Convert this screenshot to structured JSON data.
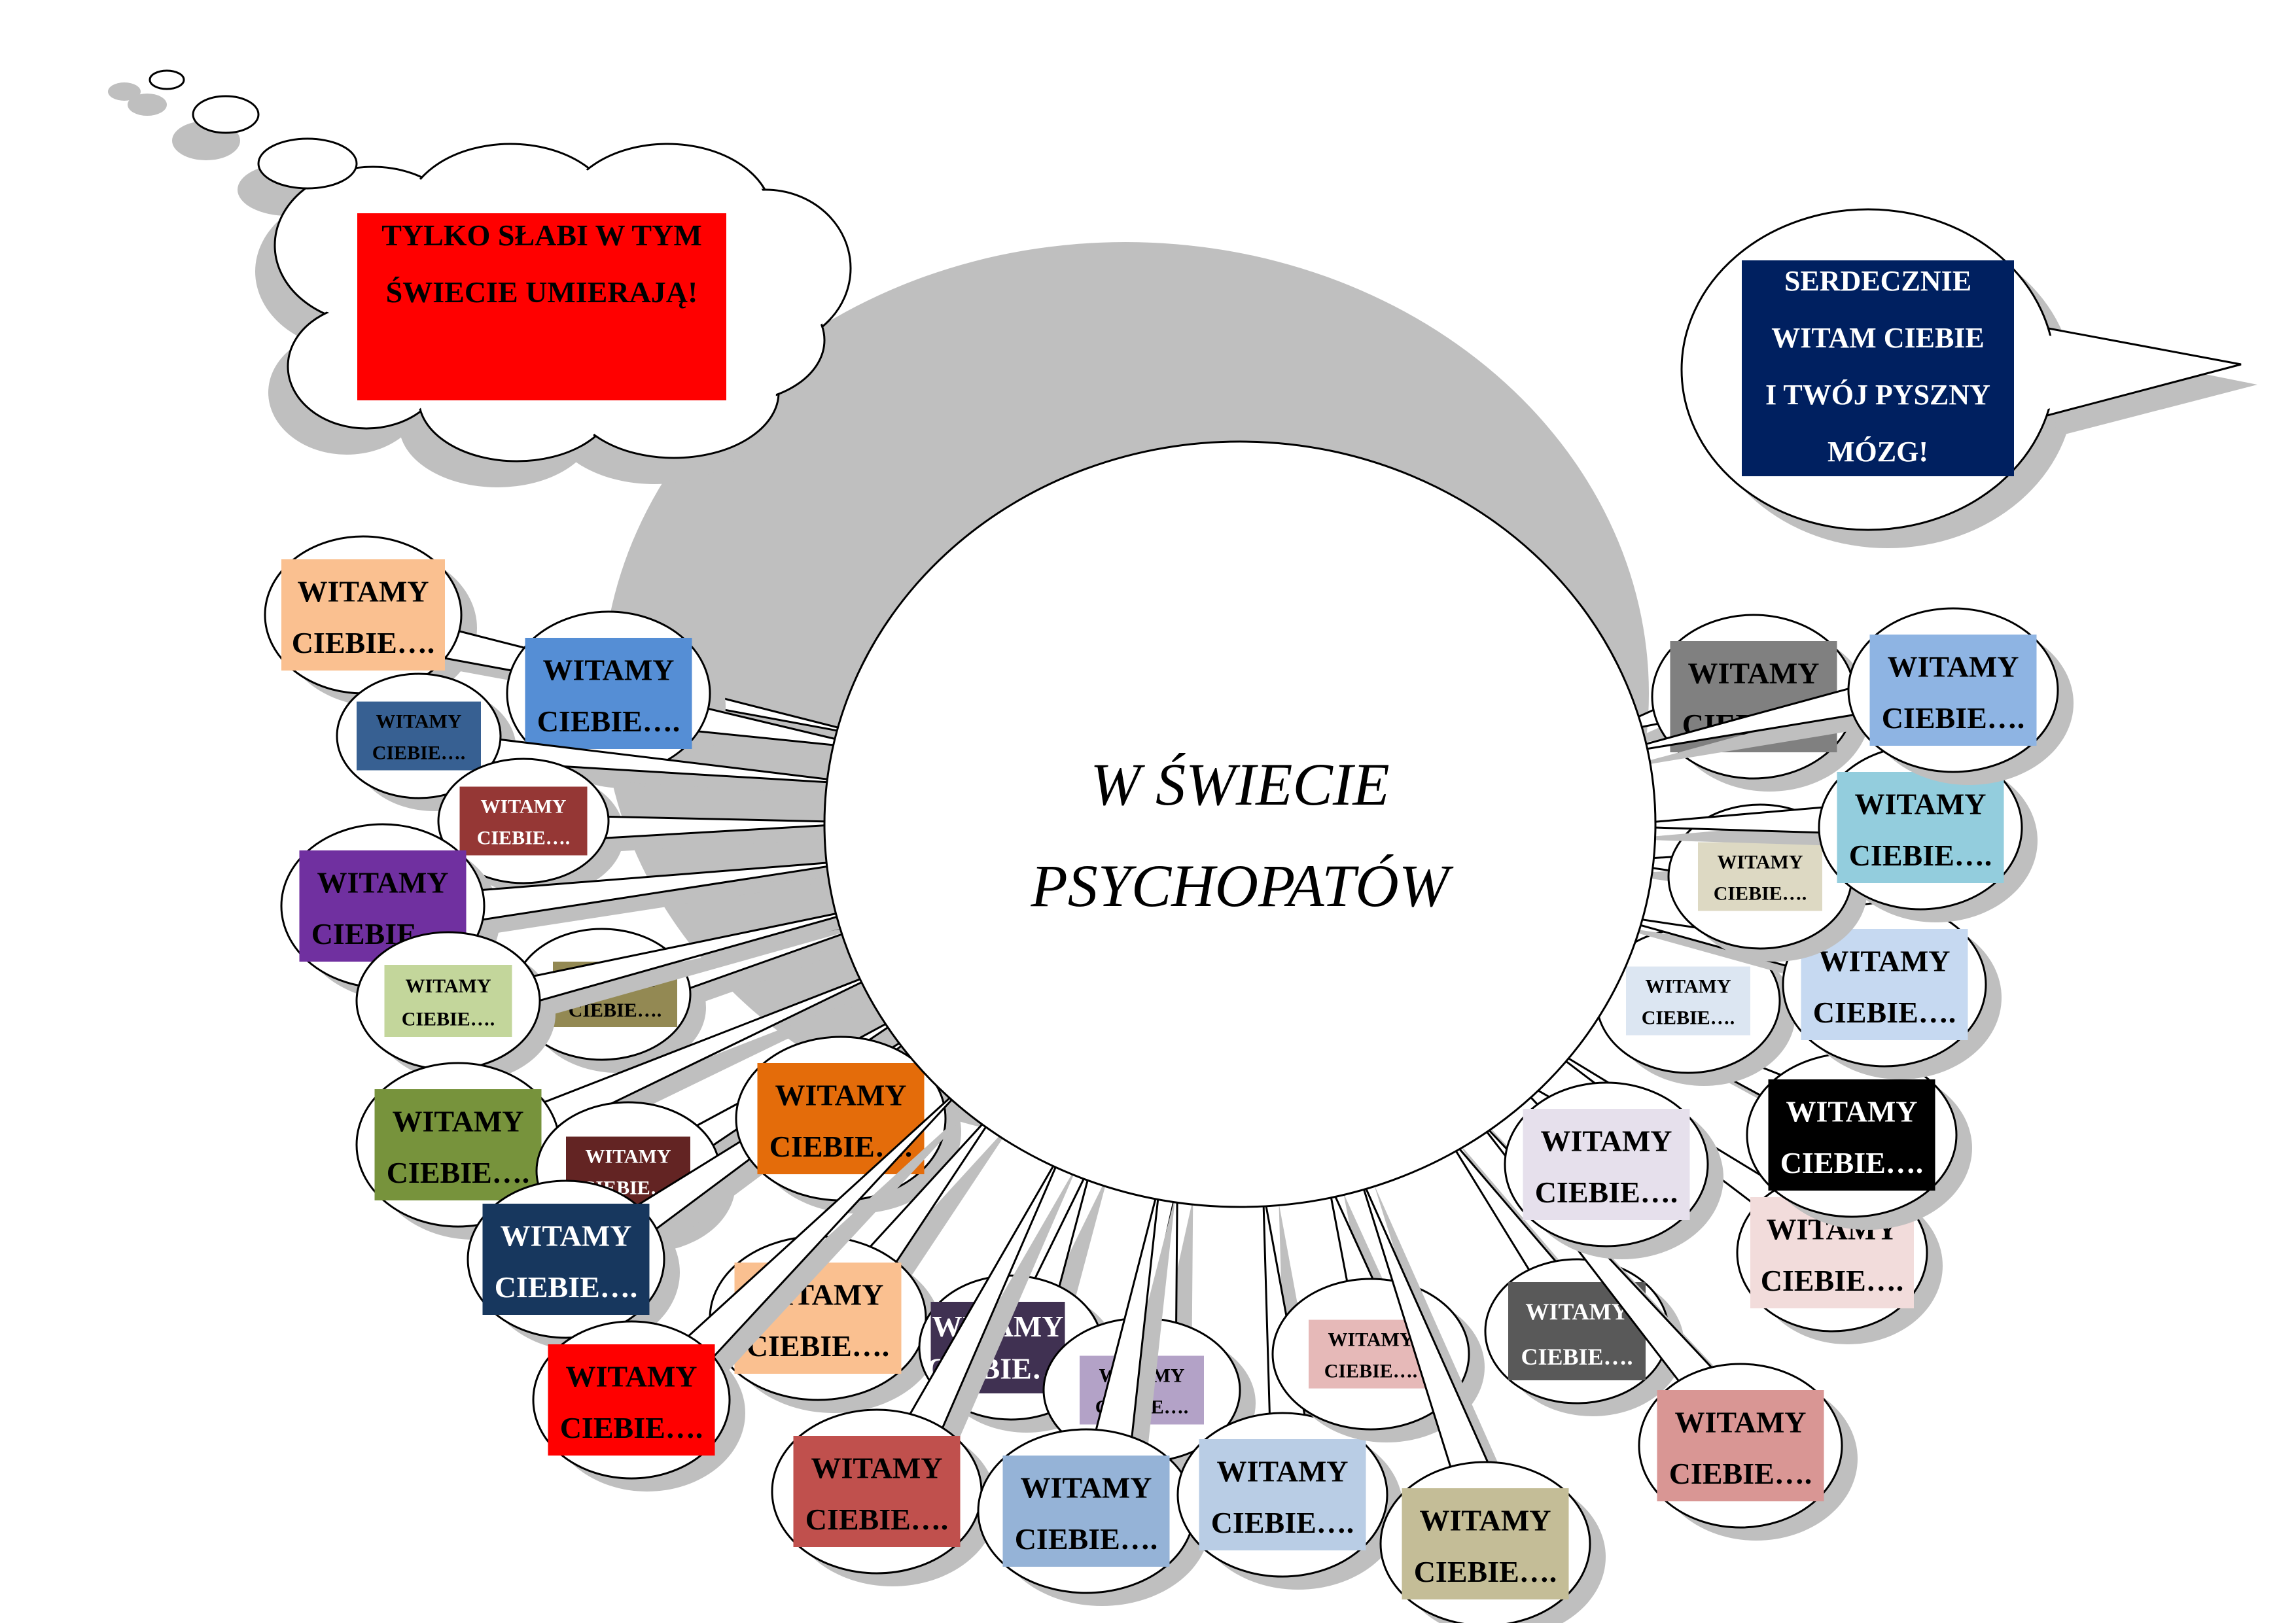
{
  "center": {
    "line1": "W ŚWIECIE",
    "line2": "PSYCHOPATÓW"
  },
  "thought": {
    "line1": "TYLKO SŁABI W TYM",
    "line2": "ŚWIECIE UMIERAJĄ!",
    "color": "#ff0000"
  },
  "greeting": {
    "lines": [
      "SERDECZNIE",
      "WITAM CIEBIE",
      "I TWÓJ PYSZNY",
      "MÓZG!"
    ],
    "color": "#002060"
  },
  "bubble_text": {
    "line1": "WITAMY",
    "line2": "CIEBIE…."
  },
  "bubbles": [
    {
      "color": "#fac090",
      "text_color": "#000000"
    },
    {
      "color": "#558ed5",
      "text_color": "#000000"
    },
    {
      "color": "#376092",
      "text_color": "#000000"
    },
    {
      "color": "#953735",
      "text_color": "#ffffff"
    },
    {
      "color": "#7030a0",
      "text_color": "#000000"
    },
    {
      "color": "#938953",
      "text_color": "#000000"
    },
    {
      "color": "#c3d69b",
      "text_color": "#000000"
    },
    {
      "color": "#77933c",
      "text_color": "#000000"
    },
    {
      "color": "#632423",
      "text_color": "#ffffff"
    },
    {
      "color": "#17375e",
      "text_color": "#ffffff"
    },
    {
      "color": "#e46c0a",
      "text_color": "#000000"
    },
    {
      "color": "#fac090",
      "text_color": "#000000"
    },
    {
      "color": "#ff0000",
      "text_color": "#000000"
    },
    {
      "color": "#403152",
      "text_color": "#ffffff"
    },
    {
      "color": "#c0504d",
      "text_color": "#000000"
    },
    {
      "color": "#b3a2c7",
      "text_color": "#000000"
    },
    {
      "color": "#95b3d7",
      "text_color": "#000000"
    },
    {
      "color": "#b9cde5",
      "text_color": "#000000"
    },
    {
      "color": "#e6b9b8",
      "text_color": "#000000"
    },
    {
      "color": "#c4bd97",
      "text_color": "#000000"
    },
    {
      "color": "#595959",
      "text_color": "#ffffff"
    },
    {
      "color": "#d99694",
      "text_color": "#000000"
    },
    {
      "color": "#f2dcdb",
      "text_color": "#000000"
    },
    {
      "color": "#e6e0ec",
      "text_color": "#000000"
    },
    {
      "color": "#000000",
      "text_color": "#ffffff"
    },
    {
      "color": "#dce6f2",
      "text_color": "#000000"
    },
    {
      "color": "#c6d9f1",
      "text_color": "#000000"
    },
    {
      "color": "#ddd9c3",
      "text_color": "#000000"
    },
    {
      "color": "#93cddd",
      "text_color": "#000000"
    },
    {
      "color": "#808080",
      "text_color": "#000000"
    },
    {
      "color": "#8eb4e3",
      "text_color": "#000000"
    }
  ]
}
